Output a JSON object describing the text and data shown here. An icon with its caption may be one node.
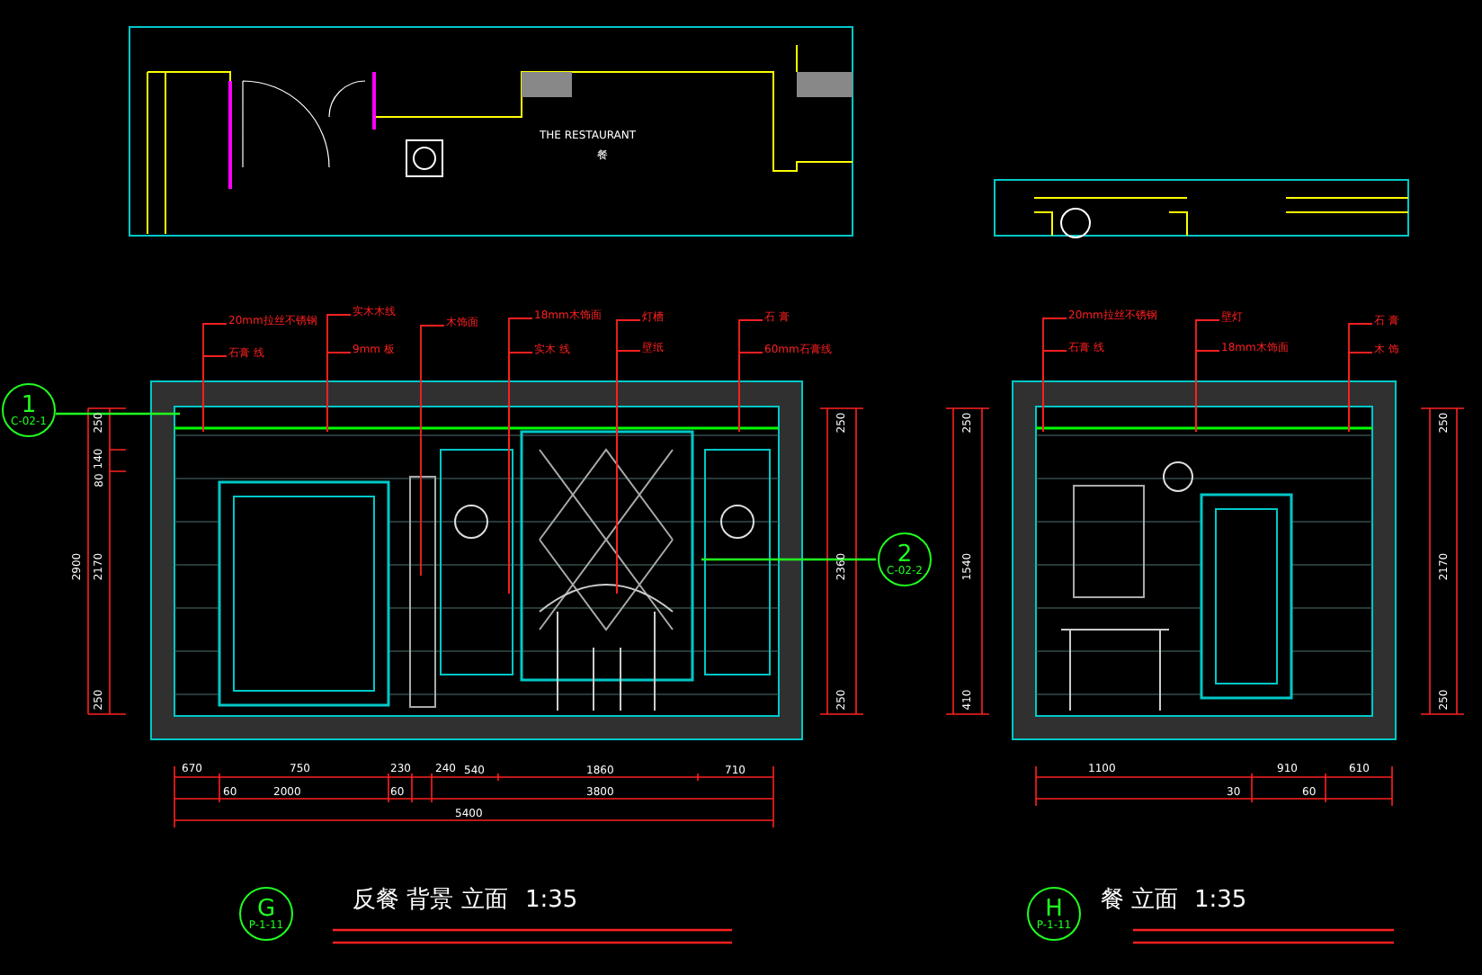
{
  "diagram": {
    "nodes": [
      {
        "text": [
          "1",
          "C-02-1"
        ]
      },
      {
        "text": [
          "2",
          "C-02-2"
        ]
      },
      {
        "text": [
          "G",
          "P-1-11"
        ]
      },
      {
        "text": [
          "H",
          "P-1-11"
        ]
      },
      {
        "text": [
          "20mm拉丝不锈钢"
        ]
      },
      {
        "text": [
          "石膏 线"
        ]
      },
      {
        "text": [
          "实木木线"
        ]
      },
      {
        "text": [
          "9mm 板"
        ]
      },
      {
        "text": [
          "木饰面"
        ]
      },
      {
        "text": [
          "18mm木饰面"
        ]
      },
      {
        "text": [
          "实木 线"
        ]
      },
      {
        "text": [
          "灯槽"
        ]
      },
      {
        "text": [
          "壁纸"
        ]
      },
      {
        "text": [
          "石 膏"
        ]
      },
      {
        "text": [
          "60mm石膏线"
        ]
      },
      {
        "text": [
          "20mm拉丝不锈钢"
        ]
      },
      {
        "text": [
          "石膏 线"
        ]
      },
      {
        "text": [
          "壁灯"
        ]
      },
      {
        "text": [
          "18mm木饰面"
        ]
      },
      {
        "text": [
          "石 膏"
        ]
      },
      {
        "text": [
          "木 饰"
        ]
      }
    ],
    "edges": [
      {
        "from": 4,
        "to": null,
        "arrow": "none"
      },
      {
        "from": 5,
        "to": null,
        "arrow": "none"
      },
      {
        "from": 6,
        "to": null,
        "arrow": "none"
      },
      {
        "from": 7,
        "to": null,
        "arrow": "none"
      },
      {
        "from": 8,
        "to": null,
        "arrow": "none"
      },
      {
        "from": 9,
        "to": null,
        "arrow": "none"
      },
      {
        "from": 10,
        "to": null,
        "arrow": "none"
      },
      {
        "from": 11,
        "to": null,
        "arrow": "none"
      },
      {
        "from": 12,
        "to": null,
        "arrow": "none"
      },
      {
        "from": 13,
        "to": null,
        "arrow": "none"
      },
      {
        "from": 14,
        "to": null,
        "arrow": "none"
      },
      {
        "from": 15,
        "to": null,
        "arrow": "none"
      },
      {
        "from": 16,
        "to": null,
        "arrow": "none"
      },
      {
        "from": 17,
        "to": null,
        "arrow": "none"
      },
      {
        "from": 18,
        "to": null,
        "arrow": "none"
      },
      {
        "from": 19,
        "to": null,
        "arrow": "none"
      },
      {
        "from": 20,
        "to": null,
        "arrow": "none"
      }
    ],
    "labels": [
      "THE RESTAURANT",
      "餐",
      "250",
      "140",
      "80",
      "2170",
      "250",
      "2900",
      "250",
      "2360",
      "250",
      "250",
      "1540",
      "410",
      "250",
      "2170",
      "250",
      "670",
      "750",
      "230",
      "240",
      "540",
      "1860",
      "710",
      "60",
      "2000",
      "60",
      "3800",
      "5400",
      "1100",
      "910",
      "610",
      "30",
      "60",
      "反餐 背景 立面",
      "1:35",
      "餐 立面",
      "1:35"
    ]
  }
}
